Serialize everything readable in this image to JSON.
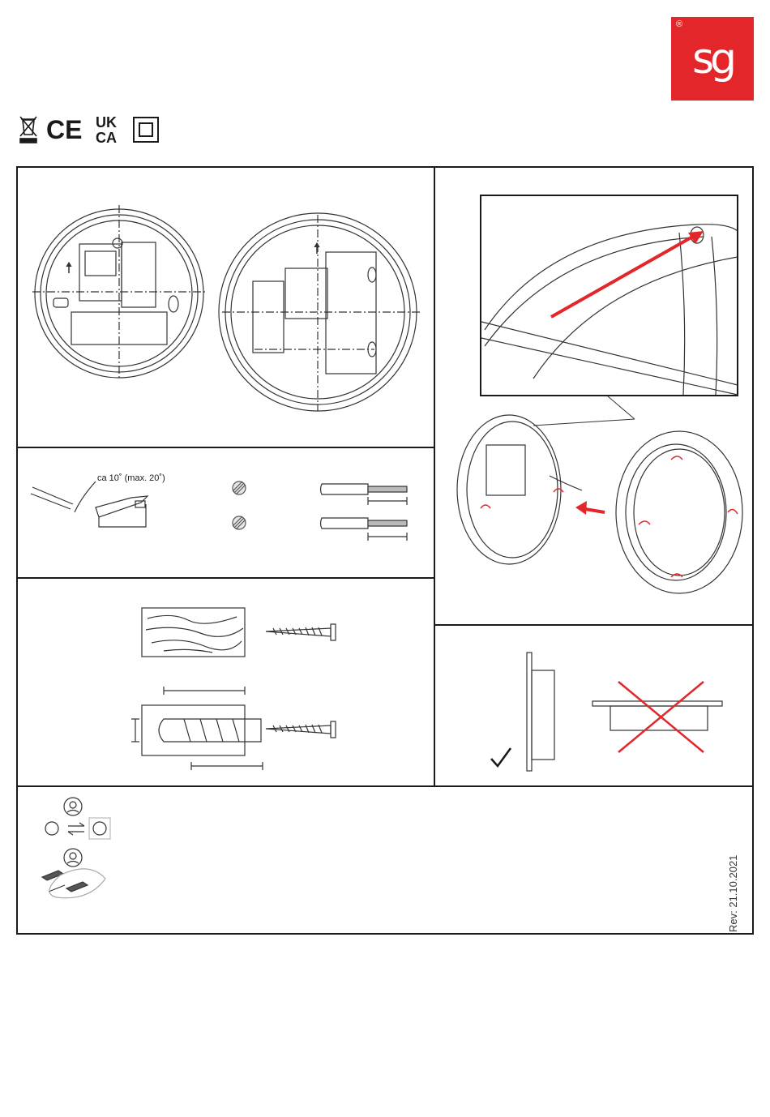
{
  "brand": {
    "logo_text": "sg",
    "registered": "®",
    "color": "#e3262a"
  },
  "marks": [
    "weee-bin-icon",
    "ce-mark-icon",
    "ukca-mark-icon",
    "class-ii-icon"
  ],
  "marks_text": {
    "ce": "CE",
    "uk": "UK",
    "ca": "CA"
  },
  "wire_strip": {
    "angle_label": "ca 10˚ (max. 20˚)"
  },
  "revision": "Rev: 21.10.2021",
  "colors": {
    "line": "#1a1a1a",
    "accent_red": "#e3262a",
    "grey": "#666666"
  }
}
